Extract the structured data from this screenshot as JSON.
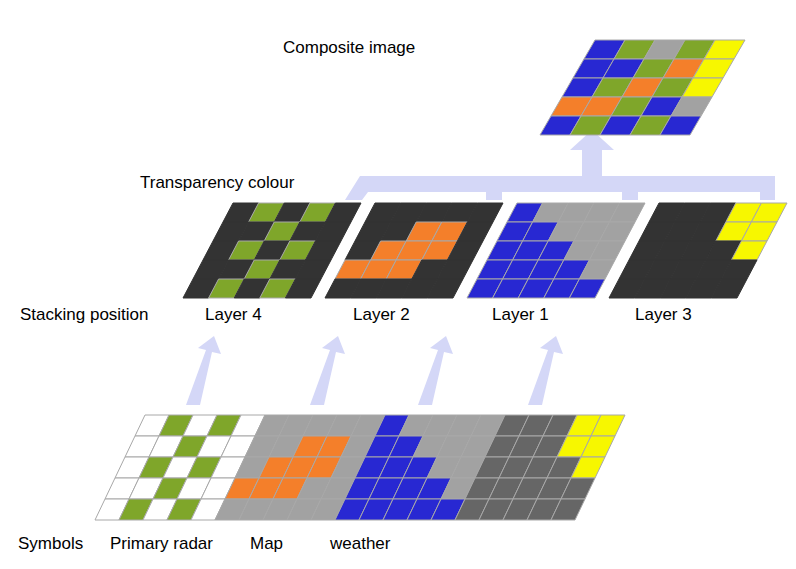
{
  "diagram": {
    "labels": [
      "Composite image",
      "Transparency colour",
      "Stacking position",
      "Layer 4",
      "Layer 2",
      "Layer 1",
      "Layer 3",
      "Symbols",
      "Primary radar",
      "Map",
      "weather"
    ]
  }
}
